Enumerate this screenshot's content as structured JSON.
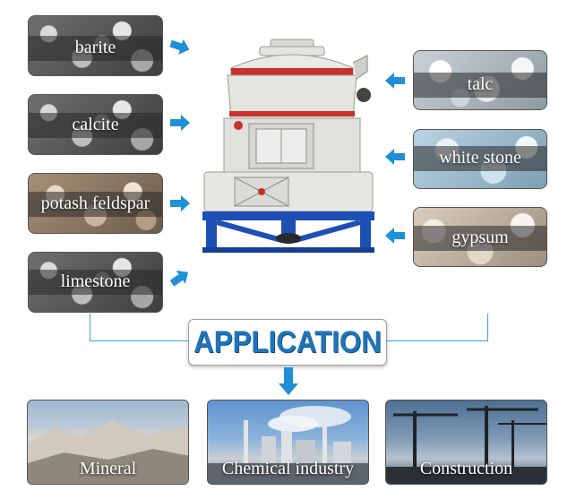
{
  "inputs_left": [
    {
      "label": "barite"
    },
    {
      "label": "calcite"
    },
    {
      "label": "potash feldspar"
    },
    {
      "label": "limestone"
    }
  ],
  "inputs_right": [
    {
      "label": "talc"
    },
    {
      "label": "white stone"
    },
    {
      "label": "gypsum"
    }
  ],
  "banner": {
    "title": "APPLICATION"
  },
  "applications": [
    {
      "label": "Mineral"
    },
    {
      "label": "Chemical industry"
    },
    {
      "label": "Construction"
    }
  ],
  "colors": {
    "arrow": "#1f8fd8",
    "connector": "#3aa3df",
    "banner_text": "#1f74b8",
    "mill_base": "#1e4fb5",
    "mill_red": "#c8322b"
  },
  "icons": [
    "arrow-right-icon",
    "arrow-left-icon",
    "arrow-down-icon"
  ]
}
